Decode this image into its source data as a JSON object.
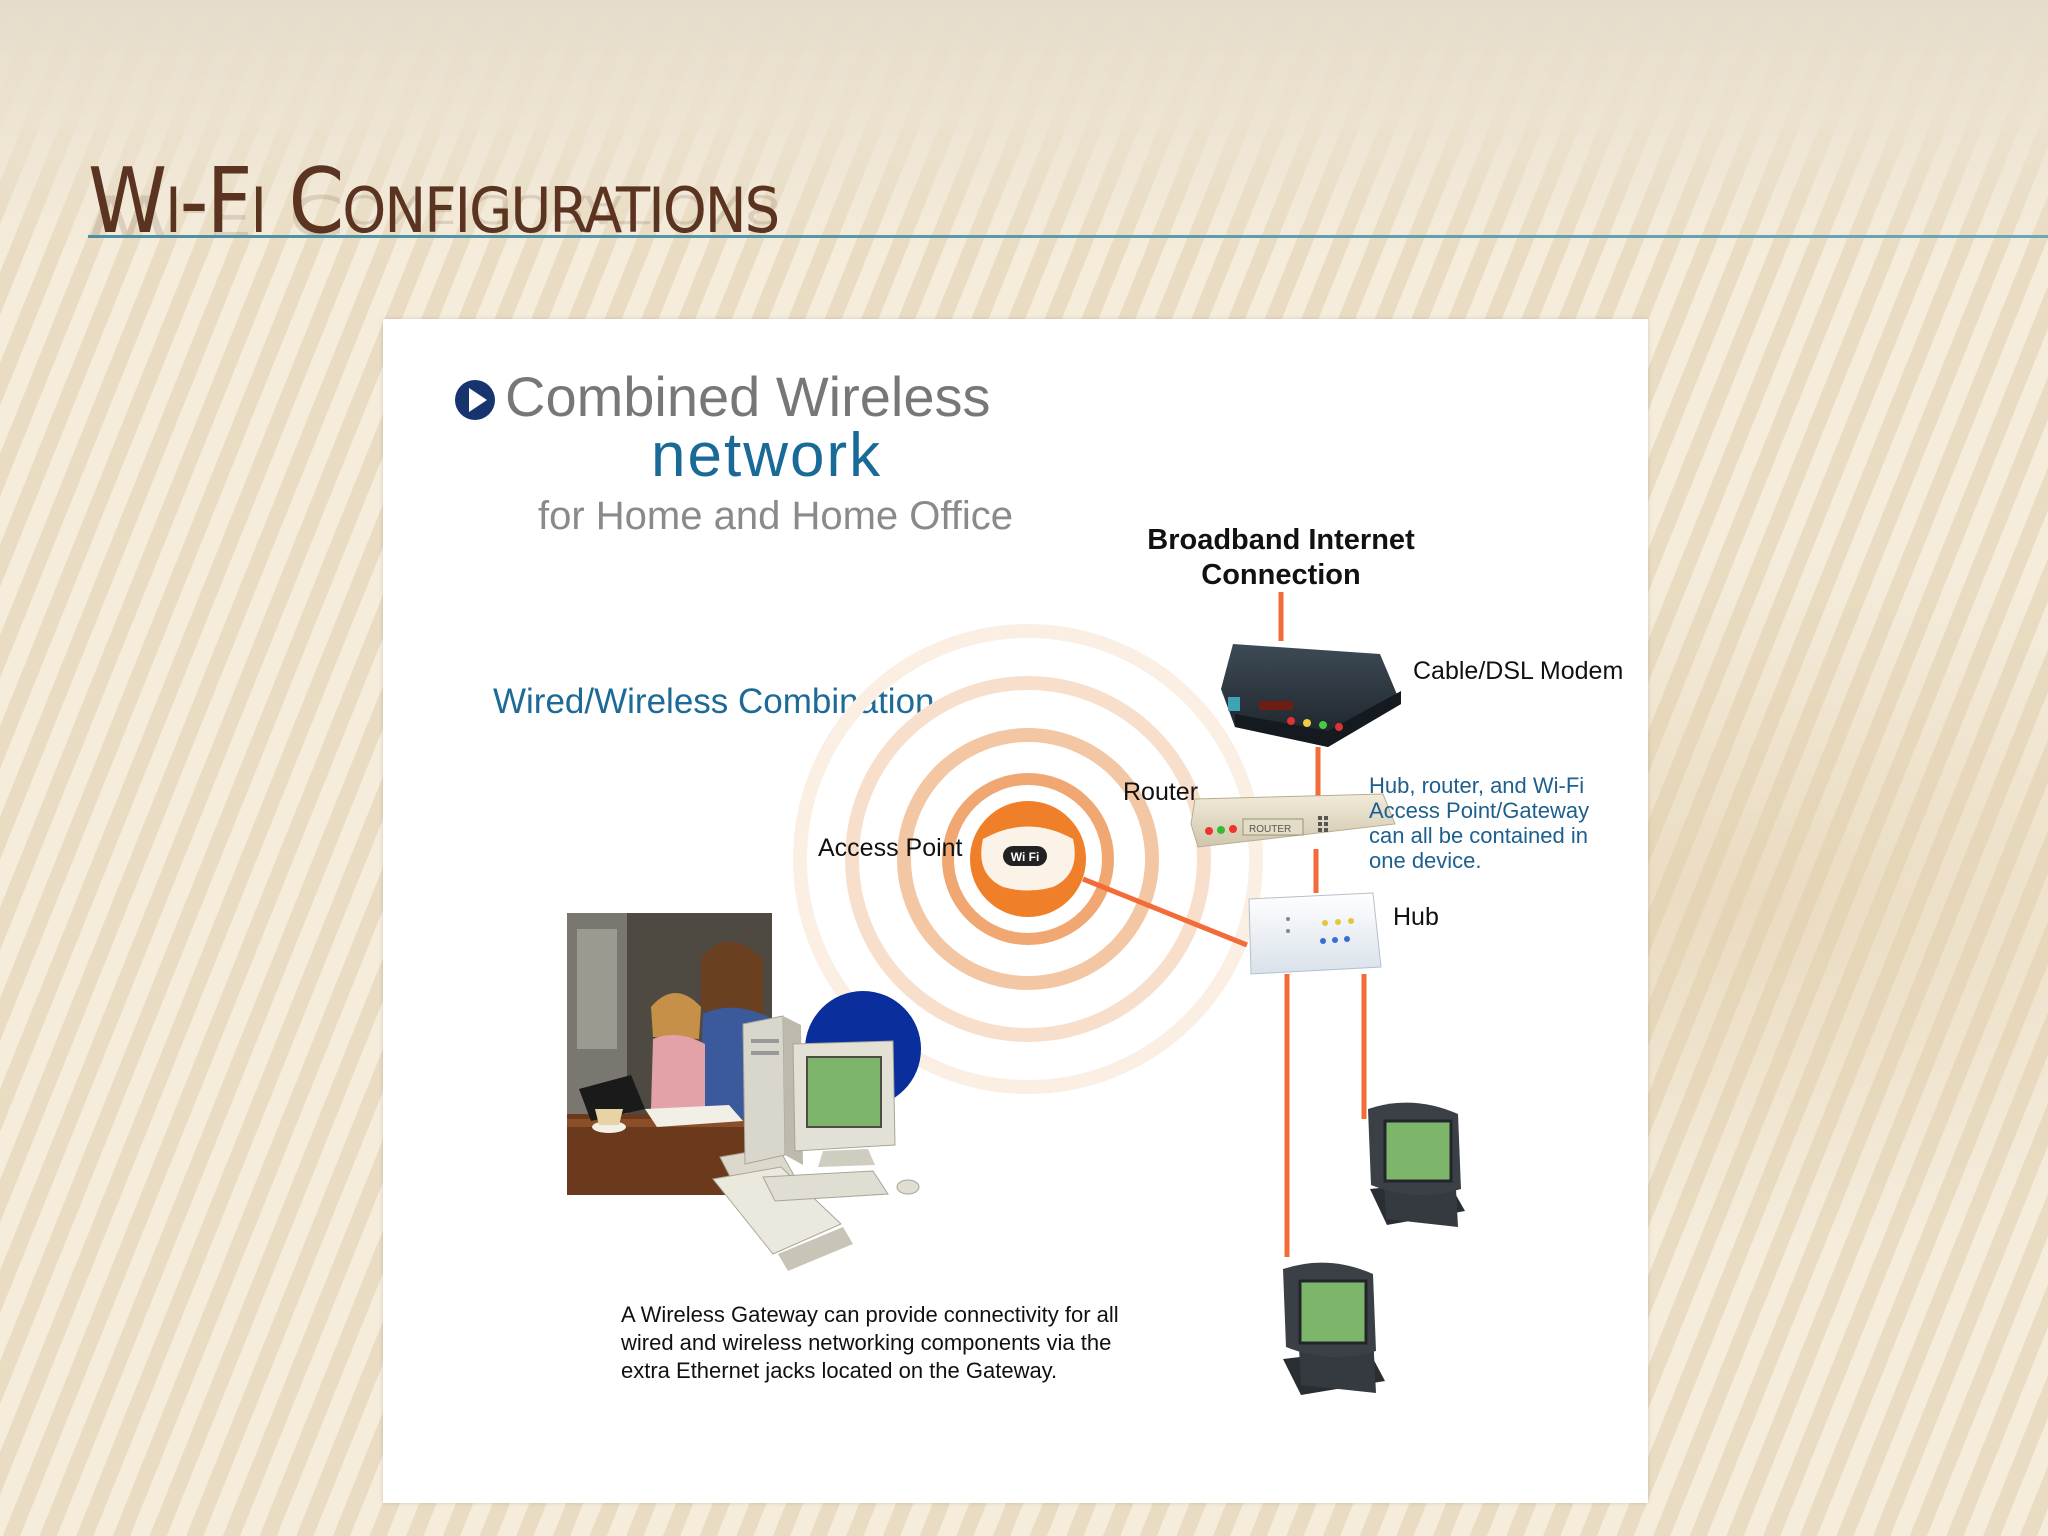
{
  "slide": {
    "title": "Wi-Fi Configurations"
  },
  "diagram": {
    "heading_line1": "Combined Wireless",
    "heading_line2": "network",
    "heading_line3": "for Home and Home Office",
    "section_label": "Wired/Wireless Combination",
    "internet_label_line1": "Broadband Internet",
    "internet_label_line2": "Connection",
    "modem_label": "Cable/DSL Modem",
    "router_label": "Router",
    "router_device_text": "ROUTER",
    "access_point_label": "Access Point",
    "wifi_badge": "Wi Fi",
    "hub_label": "Hub",
    "note_lines": [
      "Hub, router, and Wi-Fi",
      "Access Point/Gateway",
      "can all be contained in",
      "one device."
    ],
    "caption_lines": [
      "A Wireless Gateway can provide connectivity for all",
      "wired and wireless networking components via the",
      "extra Ethernet jacks located on the Gateway."
    ],
    "colors": {
      "title": "#5a3420",
      "accent_rule": "#4a8fa3",
      "cable": "#f26b38",
      "access_point": "#f07f2a",
      "label_blue": "#1d5f8e",
      "screen_green": "#7db56b"
    }
  }
}
